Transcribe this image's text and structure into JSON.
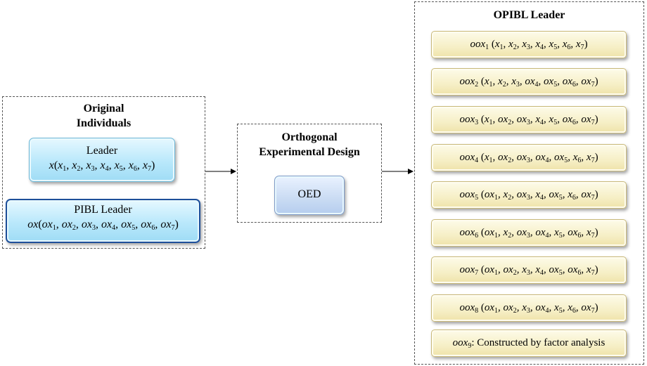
{
  "original": {
    "title_line1": "Original",
    "title_line2": "Individuals",
    "leader_label": "Leader",
    "leader_expr": "x(x1, x2, x3, x4, x5, x6, x7)",
    "pibl_label": "PIBL Leader",
    "pibl_expr": "ox(ox1, ox2, ox3, ox4, ox5, ox6, ox7)"
  },
  "oed": {
    "title_line1": "Orthogonal",
    "title_line2": "Experimental Design",
    "button_label": "OED"
  },
  "opibl": {
    "title": "OPIBL Leader",
    "items": [
      "oox1 (x1, x2, x3, x4, x5, x6, x7)",
      "oox2 (x1, x2, x3, ox4, ox5, ox6, ox7)",
      "oox3 (x1, ox2, ox3, x4, x5, ox6, ox7)",
      "oox4 (x1, ox2, ox3, ox4, ox5, x6, x7)",
      "oox5 (ox1, x2, ox3, x4, ox5, x6, ox7)",
      "oox6 (ox1, x2, ox3, ox4, x5, ox6, x7)",
      "oox7 (ox1, ox2, x3, x4, ox5, ox6, x7)",
      "oox8 (ox1, ox2, x3, ox4, x5, x6, ox7)",
      "oox9: Constructed by factor analysis"
    ]
  }
}
